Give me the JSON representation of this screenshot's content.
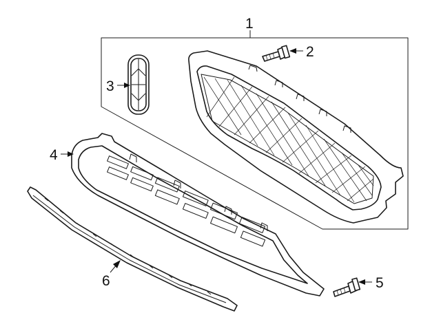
{
  "callouts": [
    {
      "id": "1",
      "label": "1",
      "part": "grille-assembly"
    },
    {
      "id": "2",
      "label": "2",
      "part": "grille-bolt"
    },
    {
      "id": "3",
      "label": "3",
      "part": "emblem"
    },
    {
      "id": "4",
      "label": "4",
      "part": "lower-grille"
    },
    {
      "id": "5",
      "label": "5",
      "part": "lower-grille-bolt"
    },
    {
      "id": "6",
      "label": "6",
      "part": "grille-molding"
    }
  ]
}
